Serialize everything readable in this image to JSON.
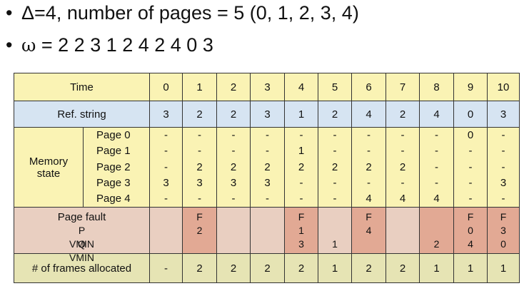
{
  "bullets": {
    "line1_symbol": "•",
    "line1_text": "Δ=4, number of pages = 5 (0, 1, 2, 3, 4)",
    "line2_symbol": "•",
    "line2_omega": "ω",
    "line2_text": " = 2 2 3 1 2 4 2 4 0 3"
  },
  "table": {
    "time_label": "Time",
    "times": [
      "0",
      "1",
      "2",
      "3",
      "4",
      "5",
      "6",
      "7",
      "8",
      "9",
      "10"
    ],
    "ref_label": "Ref. string",
    "refs": [
      "3",
      "2",
      "2",
      "3",
      "1",
      "2",
      "4",
      "2",
      "4",
      "0",
      "3"
    ],
    "memory_label_line1": "Memory",
    "memory_label_line2": "state",
    "page_names": [
      "Page 0",
      "Page 1",
      "Page 2",
      "Page 3",
      "Page 4"
    ],
    "memory": [
      [
        "-",
        "-",
        "-",
        "3",
        "-"
      ],
      [
        "-",
        "-",
        "2",
        "3",
        "-"
      ],
      [
        "-",
        "-",
        "2",
        "3",
        "-"
      ],
      [
        "-",
        "-",
        "2",
        "3",
        "-"
      ],
      [
        "-",
        "1",
        "2",
        "-",
        "-"
      ],
      [
        "-",
        "-",
        "2",
        "-",
        "-"
      ],
      [
        "-",
        "-",
        "2",
        "-",
        "4"
      ],
      [
        "-",
        "-",
        "2",
        "-",
        "4"
      ],
      [
        "-",
        "-",
        "-",
        "-",
        "4"
      ],
      [
        "0",
        "-",
        "-",
        "-",
        "-"
      ],
      [
        "-",
        "-",
        "-",
        "3",
        "-"
      ]
    ],
    "fault_label": "Page fault",
    "pvmin_label": "P",
    "pvmin_sub": "VMIN",
    "qvmin_label": "Q",
    "qvmin_sub": "VMIN",
    "faults": [
      [
        "",
        "",
        ""
      ],
      [
        "F",
        "2",
        ""
      ],
      [
        "",
        "",
        ""
      ],
      [
        "",
        "",
        ""
      ],
      [
        "F",
        "1",
        "3"
      ],
      [
        "",
        "",
        "1"
      ],
      [
        "F",
        "4",
        ""
      ],
      [
        "",
        "",
        ""
      ],
      [
        "",
        "",
        "2"
      ],
      [
        "F",
        "0",
        "4"
      ],
      [
        "F",
        "3",
        "0"
      ]
    ],
    "frames_label": "# of frames allocated",
    "frames": [
      "-",
      "2",
      "2",
      "2",
      "2",
      "1",
      "2",
      "2",
      "1",
      "1",
      "1"
    ]
  },
  "colors": {
    "header_yellow": "#faf3b4",
    "ref_blue": "#d6e4f2",
    "fault_pink": "#e9cfc1",
    "fault_highlight": "#e2a994",
    "frames_olive": "#e6e4b4"
  }
}
